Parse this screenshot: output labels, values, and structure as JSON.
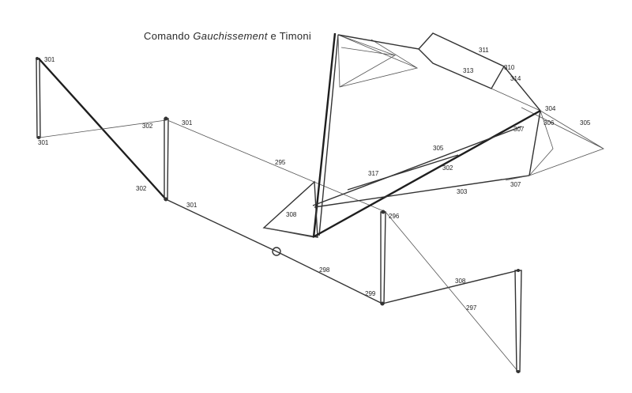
{
  "title": {
    "part1": "Comando",
    "part2": "Gauchissement",
    "part3": "e",
    "part4": "Timoni"
  },
  "labels": {
    "l301a": "301",
    "l301b": "301",
    "l301c": "301",
    "l301d": "301",
    "l302a": "302",
    "l302b": "302",
    "l302c": "302",
    "l303": "303",
    "l304": "304",
    "l305a": "305",
    "l305b": "305",
    "l306": "306",
    "l307a": "307",
    "l307b": "307",
    "l308a": "308",
    "l308b": "308",
    "l310": "310",
    "l311": "311",
    "l313": "313",
    "l314": "314",
    "l317": "317",
    "l295": "295",
    "l296": "296",
    "l297": "297",
    "l298": "298",
    "l299": "299"
  }
}
